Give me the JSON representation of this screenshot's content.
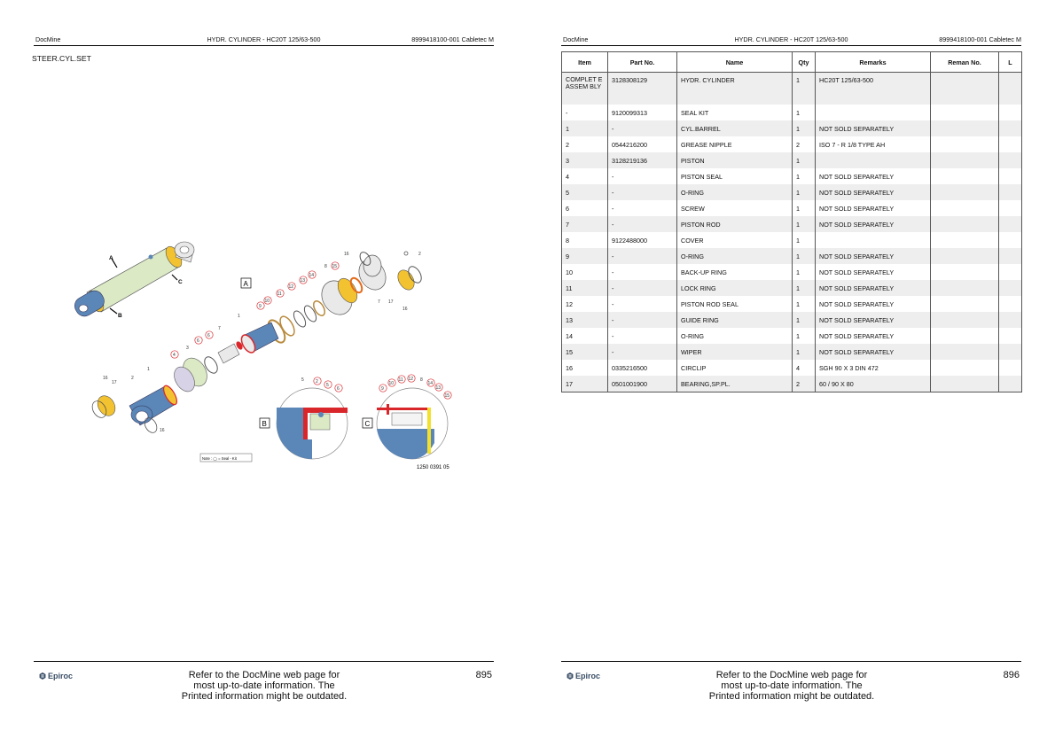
{
  "header": {
    "left": "DocMine",
    "center": "HYDR. CYLINDER - HC20T 125/63-500",
    "right": "8999418100-001 Cabletec M"
  },
  "left_page": {
    "section_title": "STEER.CYL.SET",
    "page_number": "895",
    "figure": {
      "callouts_A": [
        "16",
        "2",
        "7",
        "17",
        "16",
        "15",
        "14",
        "13",
        "12",
        "11",
        "10",
        "9",
        "8",
        "1"
      ],
      "callouts_B": [
        "5",
        "2",
        "5",
        "6"
      ],
      "callouts_C": [
        "9",
        "10",
        "11",
        "12",
        "8",
        "14",
        "13",
        "15"
      ],
      "labels": [
        "A",
        "B",
        "C"
      ],
      "lower_callouts": [
        "16",
        "17",
        "2",
        "1",
        "16",
        "3",
        "4",
        "6",
        "6",
        "7"
      ],
      "box_labels": [
        "A",
        "B",
        "C"
      ],
      "note": "Note : ◯ = Seal - Kit",
      "drawing_number": "1250 0391 05"
    }
  },
  "right_page": {
    "page_number": "896",
    "columns": [
      "Item",
      "Part No.",
      "Name",
      "Qty",
      "Remarks",
      "Reman No.",
      "L"
    ],
    "rows": [
      {
        "item": "COMPLET E ASSEM BLY",
        "part": "3128308129",
        "name": "HYDR. CYLINDER",
        "qty": "1",
        "remarks": "HC20T 125/63-500",
        "reman": "",
        "l": ""
      },
      {
        "item": "-",
        "part": "9120099313",
        "name": "SEAL KIT",
        "qty": "1",
        "remarks": "",
        "reman": "",
        "l": ""
      },
      {
        "item": "1",
        "part": "-",
        "name": "CYL.BARREL",
        "qty": "1",
        "remarks": "NOT SOLD SEPARATELY",
        "reman": "",
        "l": ""
      },
      {
        "item": "2",
        "part": "0544216200",
        "name": "GREASE NIPPLE",
        "qty": "2",
        "remarks": "ISO 7 - R 1/8 TYPE AH",
        "reman": "",
        "l": ""
      },
      {
        "item": "3",
        "part": "3128219136",
        "name": "PISTON",
        "qty": "1",
        "remarks": "",
        "reman": "",
        "l": ""
      },
      {
        "item": "4",
        "part": "-",
        "name": "PISTON SEAL",
        "qty": "1",
        "remarks": "NOT SOLD SEPARATELY",
        "reman": "",
        "l": ""
      },
      {
        "item": "5",
        "part": "-",
        "name": "O-RING",
        "qty": "1",
        "remarks": "NOT SOLD SEPARATELY",
        "reman": "",
        "l": ""
      },
      {
        "item": "6",
        "part": "-",
        "name": "SCREW",
        "qty": "1",
        "remarks": "NOT SOLD SEPARATELY",
        "reman": "",
        "l": ""
      },
      {
        "item": "7",
        "part": "-",
        "name": "PISTON ROD",
        "qty": "1",
        "remarks": "NOT SOLD SEPARATELY",
        "reman": "",
        "l": ""
      },
      {
        "item": "8",
        "part": "9122488000",
        "name": "COVER",
        "qty": "1",
        "remarks": "",
        "reman": "",
        "l": ""
      },
      {
        "item": "9",
        "part": "-",
        "name": "O-RING",
        "qty": "1",
        "remarks": "NOT SOLD SEPARATELY",
        "reman": "",
        "l": ""
      },
      {
        "item": "10",
        "part": "-",
        "name": "BACK-UP RING",
        "qty": "1",
        "remarks": "NOT SOLD SEPARATELY",
        "reman": "",
        "l": ""
      },
      {
        "item": "11",
        "part": "-",
        "name": "LOCK RING",
        "qty": "1",
        "remarks": "NOT SOLD SEPARATELY",
        "reman": "",
        "l": ""
      },
      {
        "item": "12",
        "part": "-",
        "name": "PISTON ROD SEAL",
        "qty": "1",
        "remarks": "NOT SOLD SEPARATELY",
        "reman": "",
        "l": ""
      },
      {
        "item": "13",
        "part": "-",
        "name": "GUIDE RING",
        "qty": "1",
        "remarks": "NOT SOLD SEPARATELY",
        "reman": "",
        "l": ""
      },
      {
        "item": "14",
        "part": "-",
        "name": "O-RING",
        "qty": "1",
        "remarks": "NOT SOLD SEPARATELY",
        "reman": "",
        "l": ""
      },
      {
        "item": "15",
        "part": "-",
        "name": "WIPER",
        "qty": "1",
        "remarks": "NOT SOLD SEPARATELY",
        "reman": "",
        "l": ""
      },
      {
        "item": "16",
        "part": "0335216500",
        "name": "CIRCLIP",
        "qty": "4",
        "remarks": "SGH  90 X 3 DIN 472",
        "reman": "",
        "l": ""
      },
      {
        "item": "17",
        "part": "0501001900",
        "name": "BEARING,SP.PL.",
        "qty": "2",
        "remarks": "60 / 90 X 80",
        "reman": "",
        "l": ""
      }
    ]
  },
  "footer": {
    "logo_text": "Epiroc",
    "text": "Refer to the DocMine web page for most up-to-date information. The Printed information might be outdated."
  },
  "colors": {
    "logo": "#3a4e66",
    "seal_red": "#d9262b",
    "cylinder_blue": "#5b86b8",
    "barrel_green": "#dbe9c5",
    "ring_yellow": "#f2c230",
    "row_alt": "#eeeeee"
  }
}
